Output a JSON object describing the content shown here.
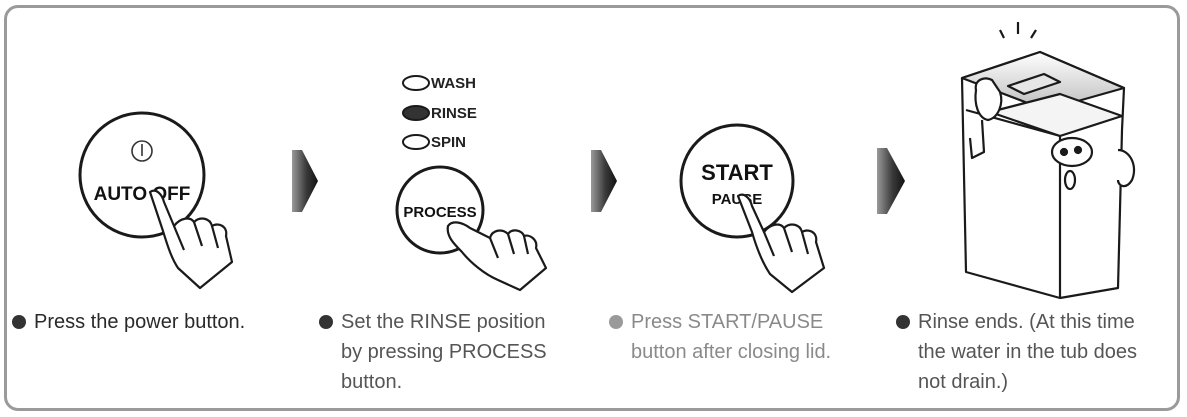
{
  "colors": {
    "caption_dark": "#2a2a2a",
    "caption_gray": "#8a8a8a",
    "bullet_dark": "#333333",
    "bullet_gray": "#9a9a9a",
    "frame": "#9a9a9a",
    "line": "#1a1a1a"
  },
  "steps": [
    {
      "button_icon": "power-icon",
      "button_label": "AUTO OFF",
      "caption": "Press the power button."
    },
    {
      "indicators": [
        {
          "label": "WASH",
          "state": "off"
        },
        {
          "label": "RINSE",
          "state": "on"
        },
        {
          "label": "SPIN",
          "state": "off"
        }
      ],
      "button_label": "PROCESS",
      "caption": "Set the RINSE position\nby pressing PROCESS\nbutton."
    },
    {
      "button_label_top": "START",
      "button_label_bottom": "PAUSE",
      "caption": "Press START/PAUSE\nbutton after closing lid."
    },
    {
      "illustration": "washing-machine-character",
      "caption": "Rinse ends. (At this time\nthe water in the tub does\nnot drain.)"
    }
  ]
}
